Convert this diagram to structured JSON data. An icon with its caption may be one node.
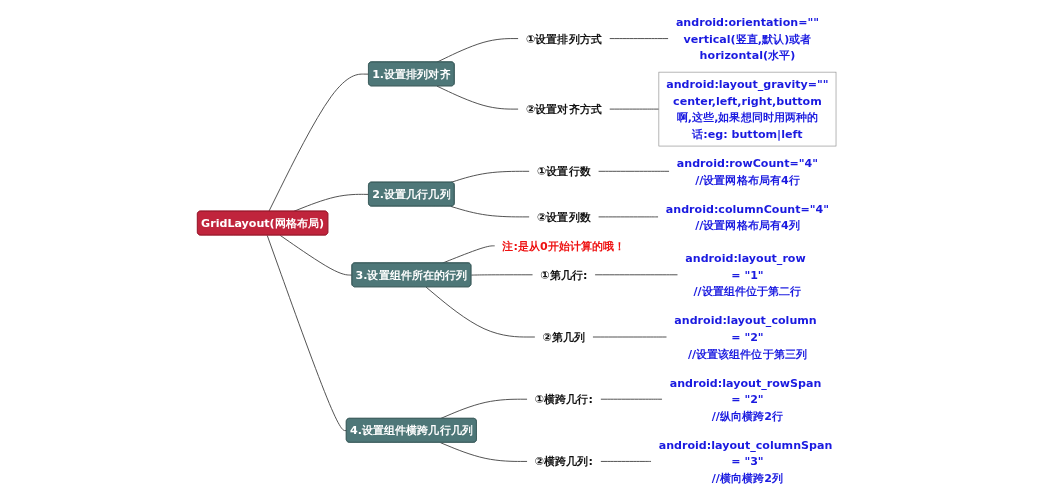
{
  "diagram": {
    "nodes": [
      {
        "text": [
          "GridLayout(网格布局)"
        ]
      },
      {
        "text": [
          "1.设置排列对齐"
        ]
      },
      {
        "text": [
          "①设置排列方式"
        ]
      },
      {
        "text": [
          "android:orientation=\"\"",
          "vertical(竖直,默认)或者horizontal(水平)"
        ]
      },
      {
        "text": [
          "②设置对齐方式"
        ]
      },
      {
        "text": [
          "android:layout_gravity=\"\"",
          "center,left,right,buttom啊,这些,如果想同时用两种的话:eg: buttom|left"
        ]
      },
      {
        "text": [
          "2.设置几行几列"
        ]
      },
      {
        "text": [
          "①设置行数"
        ]
      },
      {
        "text": [
          "android:rowCount=\"4\"",
          "//设置网格布局有4行"
        ]
      },
      {
        "text": [
          "②设置列数"
        ]
      },
      {
        "text": [
          "android:columnCount=\"4\"",
          "//设置网格布局有4列"
        ]
      },
      {
        "text": [
          "3.设置组件所在的行列"
        ]
      },
      {
        "text": [
          "注:是从0开始计算的哦！"
        ]
      },
      {
        "text": [
          "①第几行:"
        ]
      },
      {
        "text": [
          "android:layout_row = \"1\"",
          "//设置组件位于第二行"
        ]
      },
      {
        "text": [
          "②第几列"
        ]
      },
      {
        "text": [
          "android:layout_column = \"2\"",
          "//设置该组件位于第三列"
        ]
      },
      {
        "text": [
          "4.设置组件横跨几行几列"
        ]
      },
      {
        "text": [
          "①横跨几行:"
        ]
      },
      {
        "text": [
          "android:layout_rowSpan = \"2\"",
          "//纵向横跨2行"
        ]
      },
      {
        "text": [
          "②横跨几列:"
        ]
      },
      {
        "text": [
          "android:layout_columnSpan = \"3\"",
          "//横向横跨2列"
        ]
      }
    ],
    "edges": [
      {
        "from": 0,
        "to": 1,
        "arrow": "none"
      },
      {
        "from": 1,
        "to": 2,
        "arrow": "none"
      },
      {
        "from": 2,
        "to": 3,
        "arrow": "none"
      },
      {
        "from": 1,
        "to": 4,
        "arrow": "none"
      },
      {
        "from": 4,
        "to": 5,
        "arrow": "none"
      },
      {
        "from": 0,
        "to": 6,
        "arrow": "none"
      },
      {
        "from": 6,
        "to": 7,
        "arrow": "none"
      },
      {
        "from": 7,
        "to": 8,
        "arrow": "none"
      },
      {
        "from": 6,
        "to": 9,
        "arrow": "none"
      },
      {
        "from": 9,
        "to": 10,
        "arrow": "none"
      },
      {
        "from": 0,
        "to": 11,
        "arrow": "none"
      },
      {
        "from": 11,
        "to": 12,
        "arrow": "none"
      },
      {
        "from": 11,
        "to": 13,
        "arrow": "none"
      },
      {
        "from": 13,
        "to": 14,
        "arrow": "none"
      },
      {
        "from": 11,
        "to": 15,
        "arrow": "none"
      },
      {
        "from": 15,
        "to": 16,
        "arrow": "none"
      },
      {
        "from": 0,
        "to": 17,
        "arrow": "none"
      },
      {
        "from": 17,
        "to": 18,
        "arrow": "none"
      },
      {
        "from": 18,
        "to": 19,
        "arrow": "none"
      },
      {
        "from": 17,
        "to": 20,
        "arrow": "none"
      },
      {
        "from": 20,
        "to": 21,
        "arrow": "none"
      }
    ]
  }
}
